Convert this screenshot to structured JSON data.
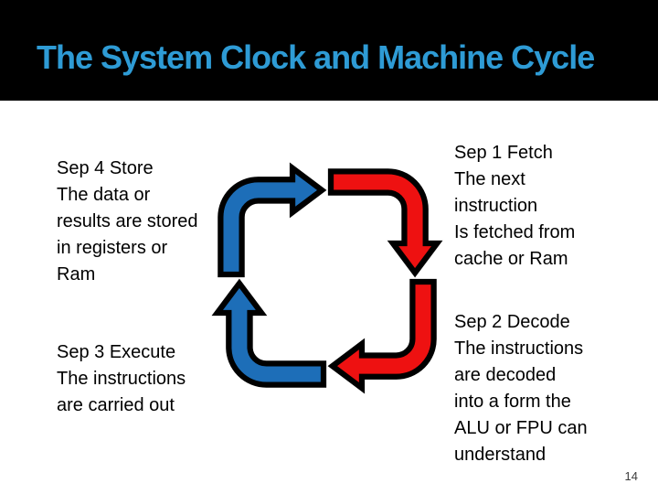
{
  "header": {
    "title": "The System Clock and Machine Cycle",
    "background_color": "#000000",
    "title_color": "#2E9BD5"
  },
  "main": {
    "blocks": [
      {
        "id": "step4-store",
        "lines": [
          "Sep 4 Store",
          "The data or",
          "results are stored",
          "in registers or",
          "Ram"
        ]
      },
      {
        "id": "step3-execute",
        "lines": [
          "Sep 3 Execute",
          "The instructions",
          "are carried out"
        ]
      },
      {
        "id": "step1-fetch",
        "lines": [
          "Sep 1 Fetch",
          "The next",
          "instruction",
          "Is fetched from",
          "cache or Ram"
        ]
      },
      {
        "id": "step2-decode",
        "lines": [
          "Sep 2 Decode",
          "The instructions",
          "are decoded",
          "into a form the",
          "ALU or FPU can",
          "understand"
        ]
      }
    ]
  },
  "diagram": {
    "type": "cycle",
    "icon": "circular-cycle-arrows",
    "arrow_blue": "#1D6EB8",
    "arrow_red": "#EE1111",
    "outline_color": "#000000"
  },
  "footer": {
    "page_number": "14"
  }
}
